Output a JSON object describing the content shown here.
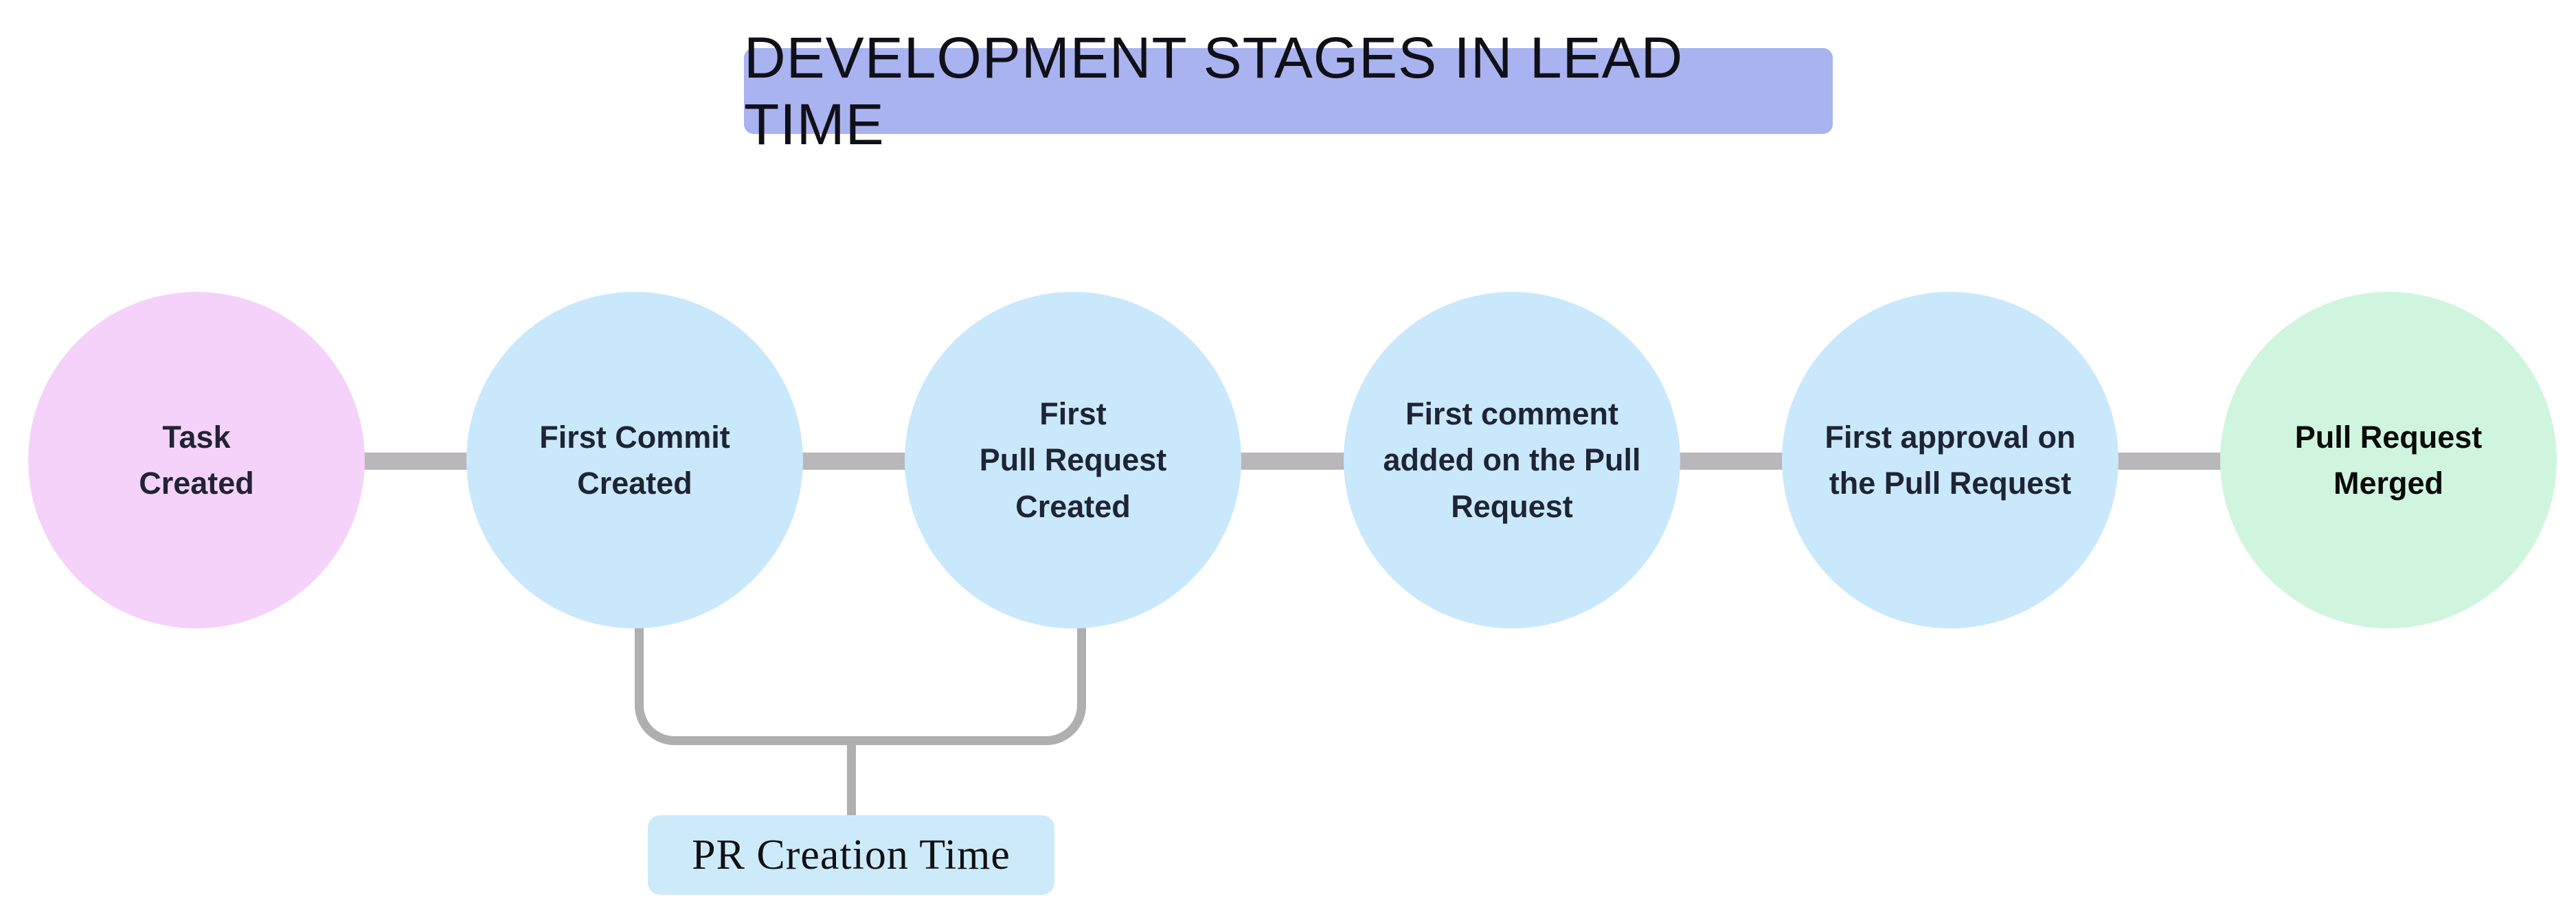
{
  "title": {
    "text": "DEVELOPMENT STAGES IN LEAD TIME",
    "bg_color": "#a9b3f0",
    "text_color": "#101018"
  },
  "stages": [
    {
      "label": "Task\nCreated",
      "fill": "#f5d2fa",
      "text_color": "#1f2433"
    },
    {
      "label": "First Commit\nCreated",
      "fill": "#c9e8fb",
      "text_color": "#1f2433"
    },
    {
      "label": "First\nPull Request\nCreated",
      "fill": "#c9e8fb",
      "text_color": "#1f2433"
    },
    {
      "label": "First comment\nadded on the Pull\nRequest",
      "fill": "#c9e8fb",
      "text_color": "#1f2433"
    },
    {
      "label": "First approval on\nthe Pull Request",
      "fill": "#c9e8fb",
      "text_color": "#1f2433"
    },
    {
      "label": "Pull Request\nMerged",
      "fill": "#d0f5de",
      "text_color": "#0a0a0a"
    }
  ],
  "connector": {
    "color": "#b9b7ba"
  },
  "bracket": {
    "color": "#b0afb0",
    "label": "PR Creation Time",
    "label_bg": "#cdeafb",
    "label_text_color": "#111111"
  }
}
